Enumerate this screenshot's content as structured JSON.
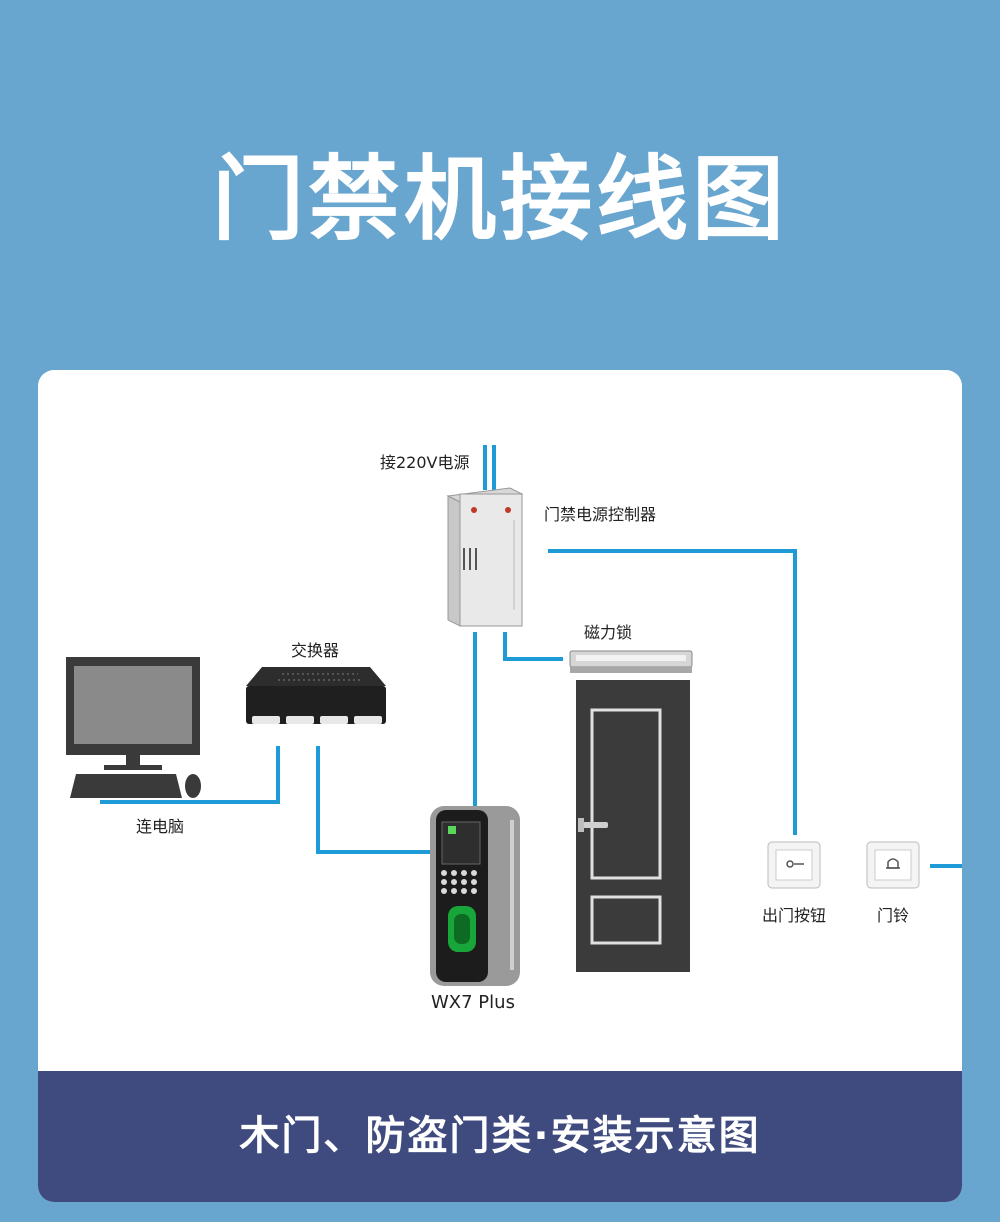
{
  "title": "门禁机接线图",
  "labels": {
    "power_in": "接220V电源",
    "power_controller": "门禁电源控制器",
    "switch": "交换器",
    "magnetic_lock": "磁力锁",
    "computer": "连电脑",
    "reader_model": "WX7 Plus",
    "exit_button": "出门按钮",
    "doorbell": "门铃"
  },
  "footer": "木门、防盗门类·安装示意图",
  "colors": {
    "background": "#69a6cf",
    "wire": "#1e9ad6",
    "footer_bg": "#3f4b7f"
  }
}
